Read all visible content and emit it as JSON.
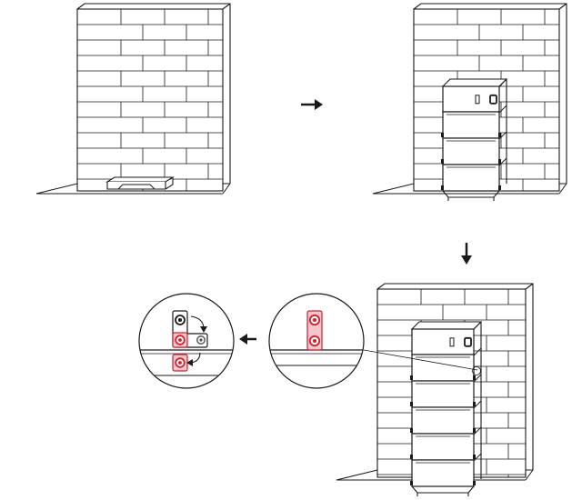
{
  "diagram": {
    "steps": [
      {
        "id": "step-1",
        "description": ""
      },
      {
        "id": "step-2",
        "description": ""
      },
      {
        "id": "step-3",
        "description": ""
      },
      {
        "id": "detail-terminal",
        "description": ""
      },
      {
        "id": "detail-connection",
        "description": ""
      }
    ],
    "flow": [
      "step-1",
      "step-2",
      "step-3",
      "detail-terminal",
      "detail-connection"
    ],
    "colors": {
      "line": "#1a1a1a",
      "background": "#ffffff",
      "accent": "#d0202e",
      "highlight_fill": "#f4c7cc",
      "muted": "#888888"
    },
    "icons": [
      "arrow-right-icon",
      "arrow-down-icon",
      "arrow-left-icon",
      "curved-arrow-icon",
      "terminal-bolt-icon"
    ]
  }
}
